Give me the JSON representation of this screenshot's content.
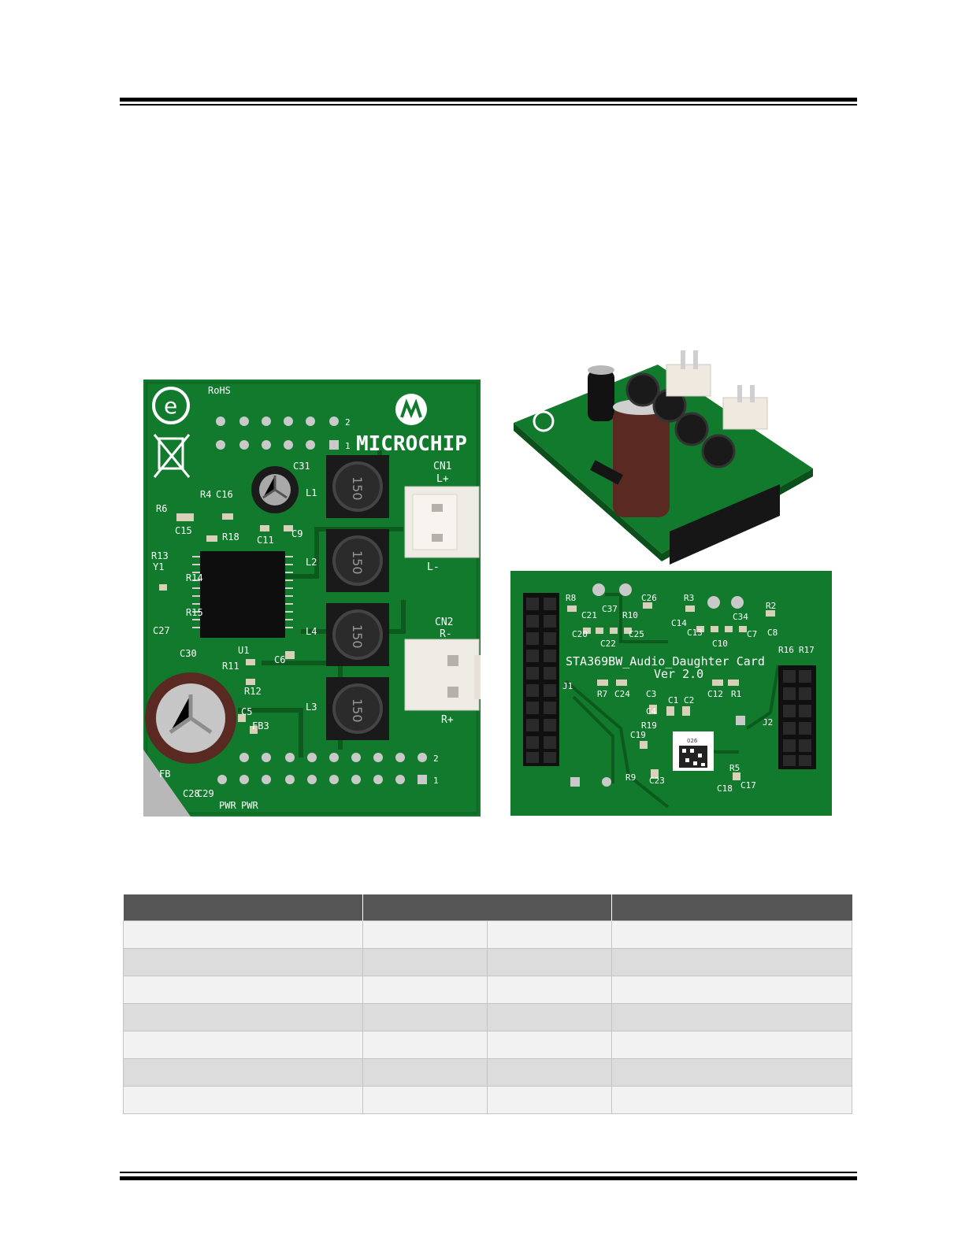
{
  "header_rules": true,
  "board_top": {
    "logo_text": "MICROCHIP",
    "rohs": "RoHS",
    "labels": [
      "R6",
      "R4",
      "C16",
      "C31",
      "L1",
      "C15",
      "R18",
      "C11",
      "C9",
      "R13",
      "Y1",
      "R14",
      "R15",
      "C27",
      "L2",
      "L4",
      "U1",
      "C6",
      "C30",
      "R11",
      "R12",
      "C5",
      "FB3",
      "L3",
      "C28",
      "C29",
      "FB",
      "PWR",
      "PWR"
    ],
    "connectors": {
      "cn1": "CN1",
      "cn1_pos": "L+",
      "cn1_neg": "L-",
      "cn2": "CN2",
      "cn2_neg": "R-",
      "cn2_pos": "R+"
    },
    "inductor_marking": "150",
    "header_pins": {
      "top_2": "2",
      "top_1": "1",
      "bottom_2": "2",
      "bottom_1": "1"
    }
  },
  "board_bottom": {
    "title_line1": "STA369BW_Audio_Daughter Card",
    "title_line2": "Ver 2.0",
    "labels": [
      "R8",
      "C26",
      "R3",
      "R2",
      "C37",
      "R10",
      "C14",
      "C8",
      "C21",
      "C20",
      "C22",
      "C25",
      "C13",
      "C10",
      "C34",
      "C7",
      "R16",
      "R17",
      "R7",
      "C24",
      "C12",
      "R1",
      "C3",
      "C1",
      "C2",
      "C4",
      "C19",
      "R19",
      "J1",
      "J2",
      "R5",
      "R9",
      "C23",
      "C18",
      "C17"
    ],
    "datamatrix_code": "026"
  },
  "colors": {
    "pcb_green": "#127a2c",
    "pcb_dark": "#0c5a1e",
    "table_header": "#555555",
    "row_odd": "#f2f2f2",
    "row_even": "#dcdcdc"
  },
  "table": {
    "headers": [
      "",
      "",
      ""
    ],
    "rows": [
      [
        "",
        "",
        "",
        ""
      ],
      [
        "",
        "",
        "",
        ""
      ],
      [
        "",
        "",
        "",
        ""
      ],
      [
        "",
        "",
        "",
        ""
      ],
      [
        "",
        "",
        "",
        ""
      ],
      [
        "",
        "",
        "",
        ""
      ],
      [
        "",
        "",
        "",
        ""
      ]
    ]
  }
}
